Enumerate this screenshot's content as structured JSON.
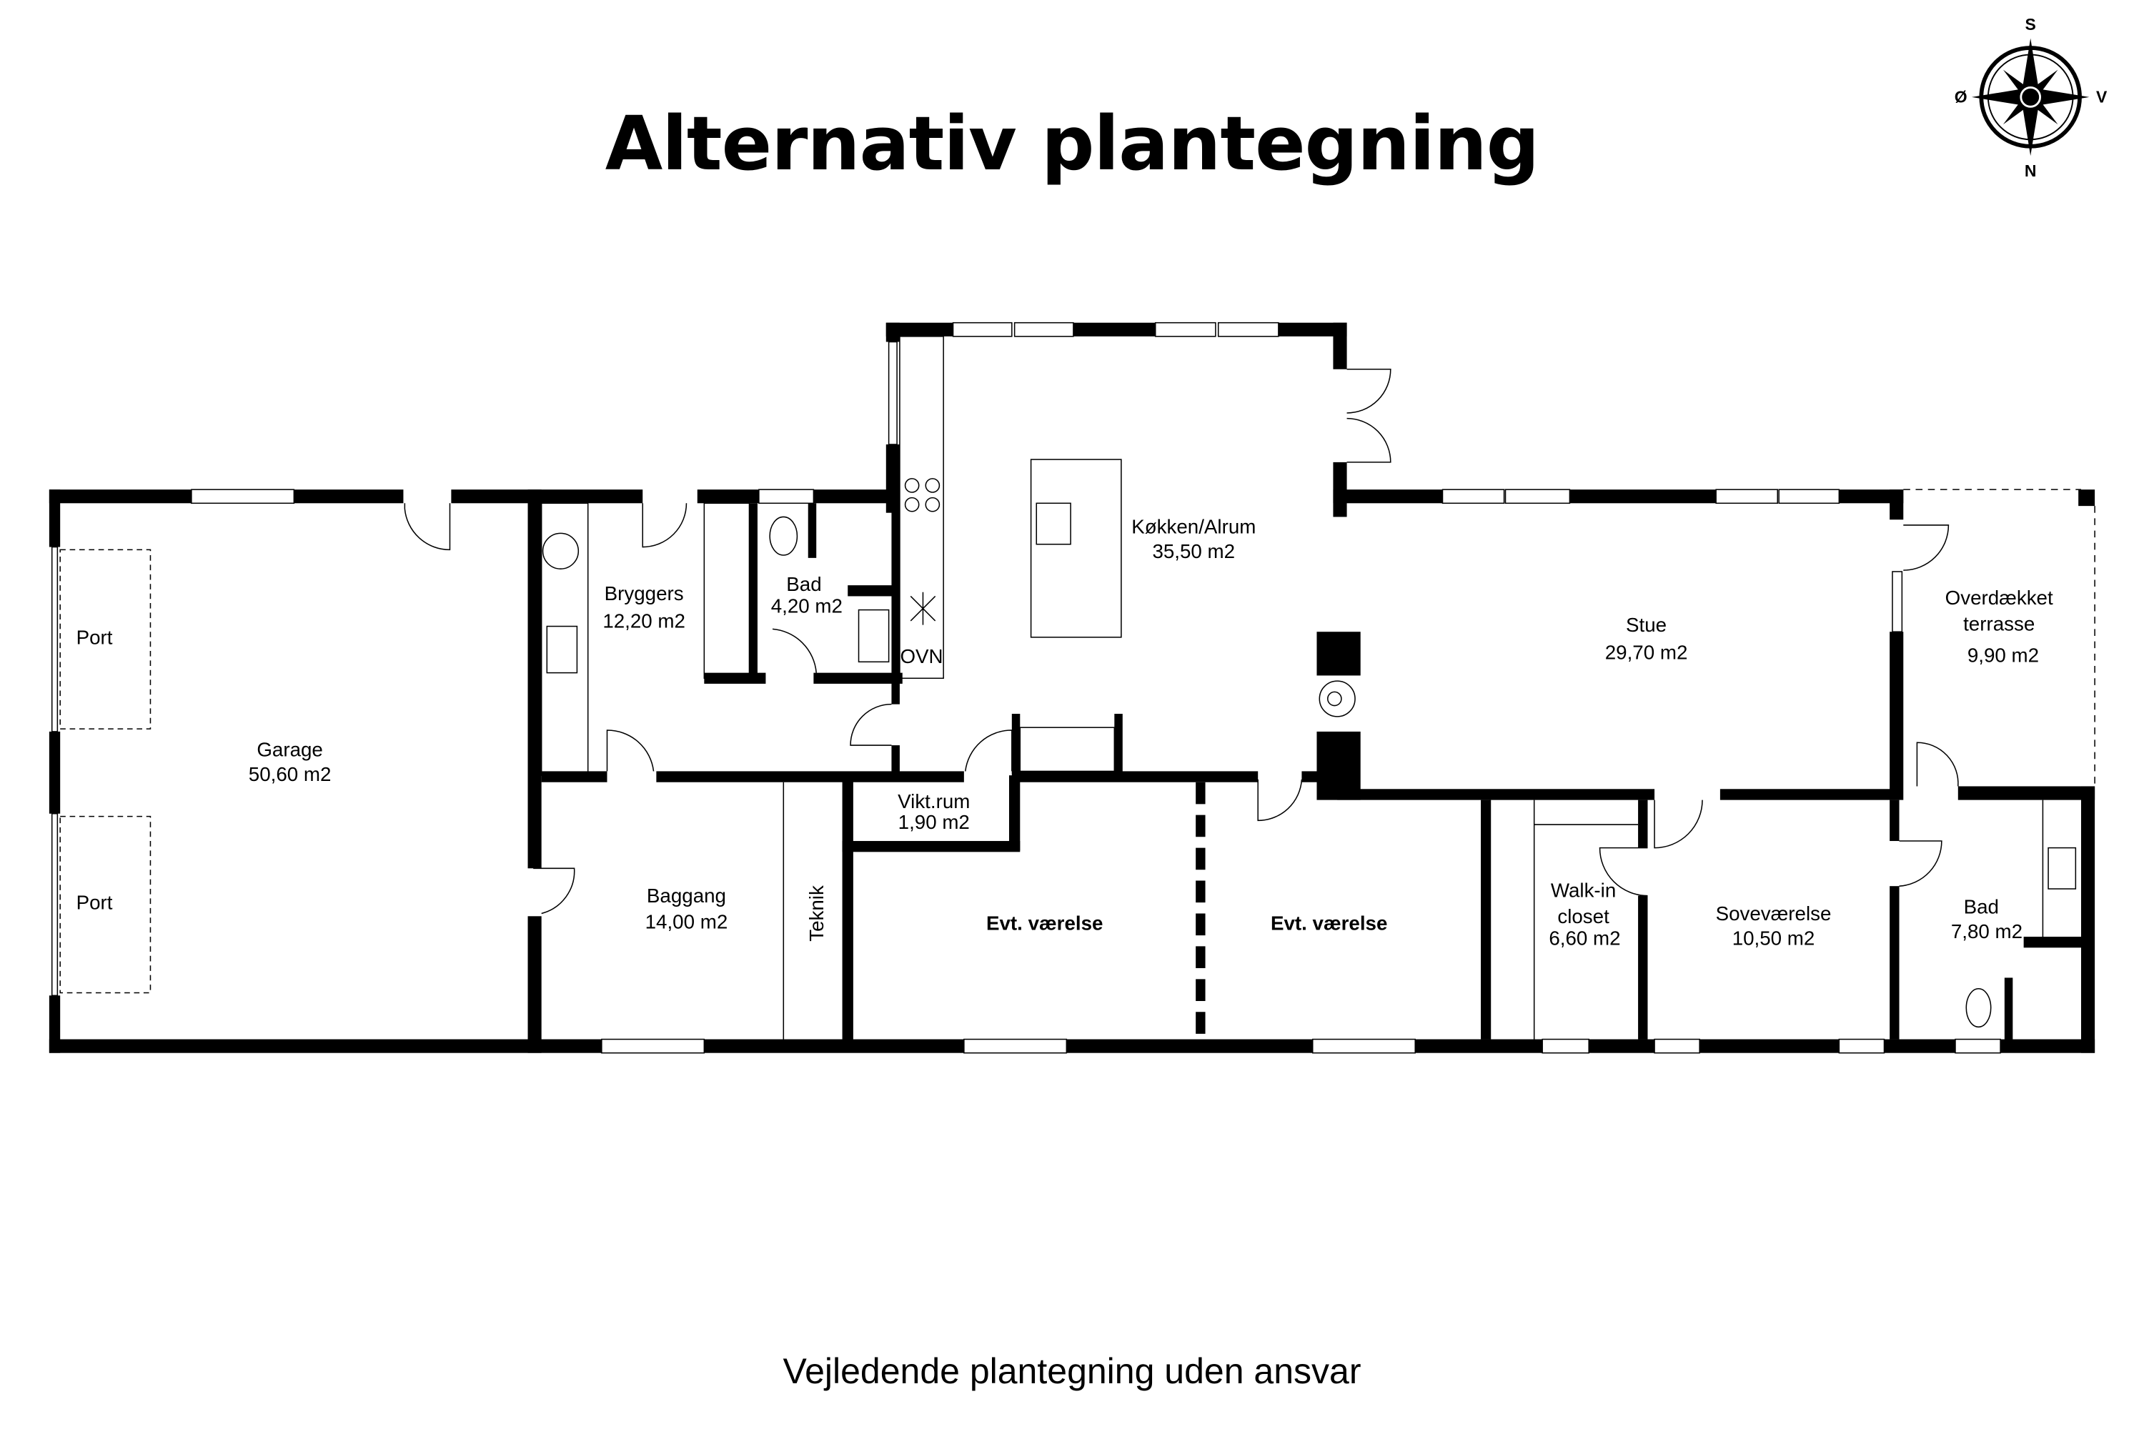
{
  "title": "Alternativ plantegning",
  "footer": "Vejledende plantegning uden ansvar",
  "compass": {
    "top": "S",
    "bottom": "N",
    "left": "Ø",
    "right": "V"
  },
  "rooms": {
    "garage": {
      "name": "Garage",
      "area": "50,60 m2"
    },
    "port1": {
      "name": "Port"
    },
    "port2": {
      "name": "Port"
    },
    "bryggers": {
      "name": "Bryggers",
      "area": "12,20 m2"
    },
    "bad1": {
      "name": "Bad",
      "area": "4,20 m2"
    },
    "kokken": {
      "name": "Køkken/Alrum",
      "area": "35,50 m2"
    },
    "ovn": {
      "name": "OVN"
    },
    "stue": {
      "name": "Stue",
      "area": "29,70 m2"
    },
    "terrasse": {
      "name1": "Overdækket",
      "name2": "terrasse",
      "area": "9,90 m2"
    },
    "baggang": {
      "name": "Baggang",
      "area": "14,00 m2"
    },
    "teknik": {
      "name": "Teknik"
    },
    "viktrum": {
      "name": "Vikt.rum",
      "area": "1,90 m2"
    },
    "evt1": {
      "name": "Evt. værelse"
    },
    "evt2": {
      "name": "Evt. værelse"
    },
    "walkin": {
      "name1": "Walk-in",
      "name2": "closet",
      "area": "6,60 m2"
    },
    "sove": {
      "name": "Soveværelse",
      "area": "10,50 m2"
    },
    "bad2": {
      "name": "Bad",
      "area": "7,80 m2"
    }
  }
}
